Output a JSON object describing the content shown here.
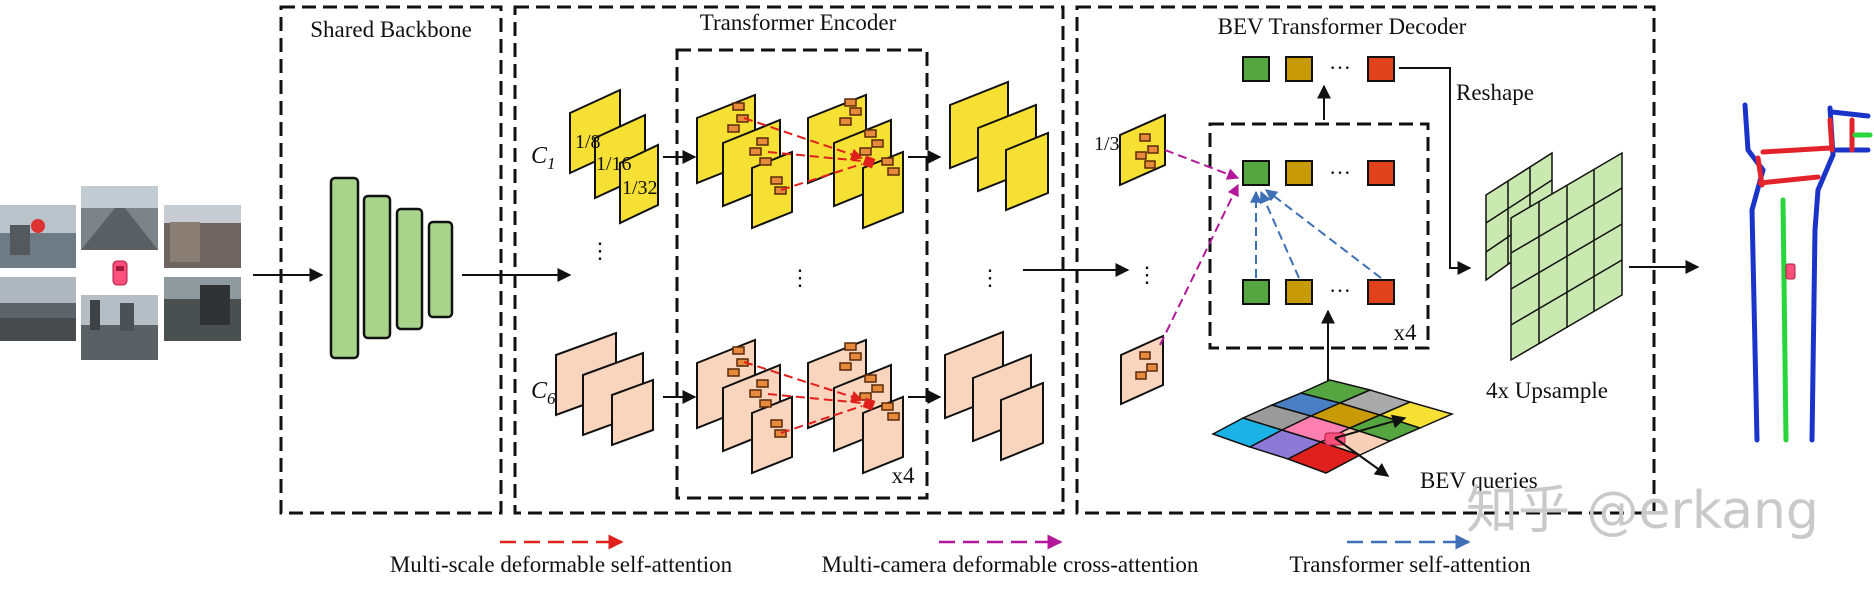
{
  "sections": {
    "backbone_title": "Shared Backbone",
    "encoder_title": "Transformer Encoder",
    "decoder_title": "BEV Transformer Decoder"
  },
  "labels": {
    "c1": "C",
    "c1_sub": "1",
    "c6": "C",
    "c6_sub": "6",
    "scale_1_8": "1/8",
    "scale_1_16": "1/16",
    "scale_1_32": "1/32",
    "decoder_scale": "1/32",
    "encoder_repeat": "x4",
    "decoder_repeat": "x4",
    "reshape": "Reshape",
    "upsample": "4x Upsample",
    "bev_queries": "BEV queries",
    "ellipsis": "···"
  },
  "legend": [
    {
      "label": "Multi-scale deformable self-attention",
      "color": "#e0201c"
    },
    {
      "label": "Multi-camera deformable cross-attention",
      "color": "#b3179a"
    },
    {
      "label": "Transformer self-attention",
      "color": "#3d6fb6"
    }
  ],
  "watermark": "知乎 @erkang",
  "colors": {
    "backbone_green": "#a8d38b",
    "feature_yellow": "#f6e034",
    "feature_peach": "#fad5bd",
    "query_green": "#55a641",
    "query_olive": "#c89a06",
    "query_red": "#e0431c",
    "map_blue": "#1a33c9",
    "map_red": "#e3232b",
    "map_green": "#26d63a"
  },
  "icons": [
    "camera-image-icon",
    "ego-car-icon",
    "bev-grid-icon",
    "hd-map-icon"
  ]
}
